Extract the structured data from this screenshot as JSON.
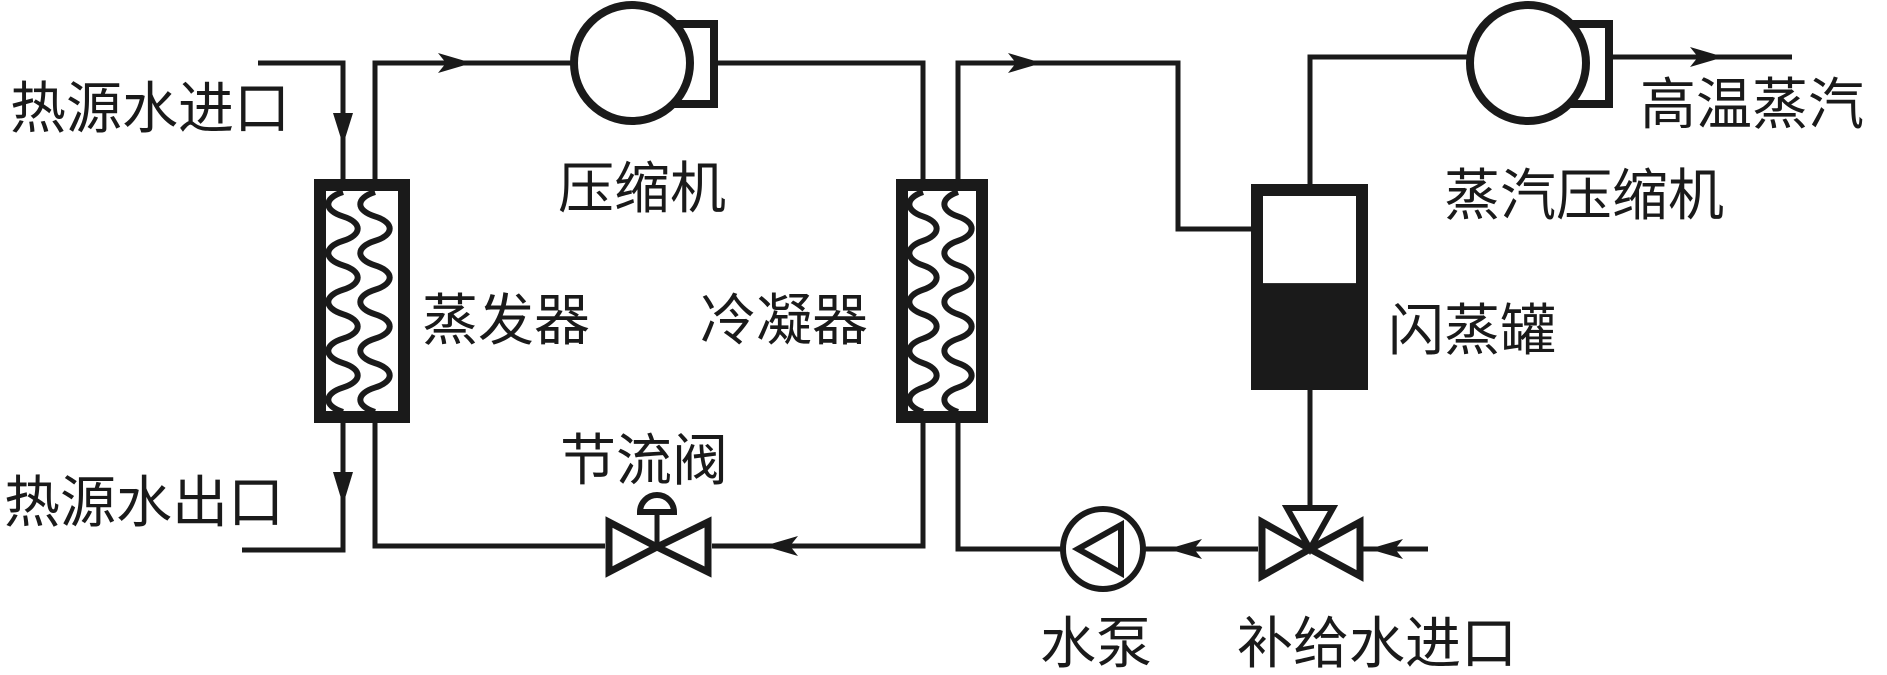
{
  "diagram": {
    "title": "",
    "labels": {
      "heat_source_inlet": "热源水进口",
      "heat_source_outlet": "热源水出口",
      "compressor": "压缩机",
      "evaporator": "蒸发器",
      "condenser": "冷凝器",
      "throttle_valve": "节流阀",
      "flash_tank": "闪蒸罐",
      "steam_compressor": "蒸汽压缩机",
      "high_temp_steam": "高温蒸汽",
      "water_pump": "水泵",
      "makeup_water_inlet": "补给水进口"
    },
    "components": [
      {
        "id": "evaporator",
        "type": "heat-exchanger"
      },
      {
        "id": "compressor",
        "type": "compressor"
      },
      {
        "id": "condenser",
        "type": "heat-exchanger"
      },
      {
        "id": "throttle_valve",
        "type": "valve"
      },
      {
        "id": "flash_tank",
        "type": "tank",
        "liquid_level_fraction": 0.52
      },
      {
        "id": "steam_compressor",
        "type": "compressor"
      },
      {
        "id": "water_pump",
        "type": "pump"
      },
      {
        "id": "three_way_valve",
        "type": "valve"
      }
    ],
    "flows": [
      {
        "from": "heat_source_inlet",
        "to": "evaporator"
      },
      {
        "from": "evaporator",
        "to": "heat_source_outlet"
      },
      {
        "from": "evaporator",
        "to": "compressor"
      },
      {
        "from": "compressor",
        "to": "condenser"
      },
      {
        "from": "condenser",
        "to": "throttle_valve"
      },
      {
        "from": "throttle_valve",
        "to": "evaporator"
      },
      {
        "from": "condenser",
        "to": "flash_tank"
      },
      {
        "from": "flash_tank",
        "to": "steam_compressor"
      },
      {
        "from": "steam_compressor",
        "to": "high_temp_steam"
      },
      {
        "from": "flash_tank",
        "to": "three_way_valve"
      },
      {
        "from": "makeup_water_inlet",
        "to": "three_way_valve"
      },
      {
        "from": "three_way_valve",
        "to": "water_pump"
      },
      {
        "from": "water_pump",
        "to": "condenser"
      }
    ]
  }
}
